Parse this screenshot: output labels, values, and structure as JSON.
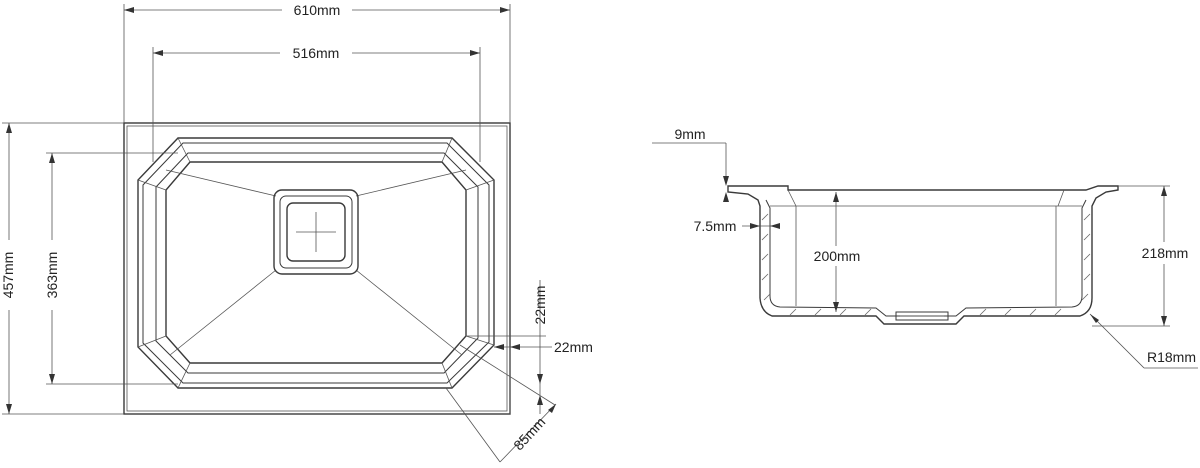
{
  "plan_view": {
    "dims": {
      "overall_width": "610mm",
      "bowl_width": "516mm",
      "overall_depth": "457mm",
      "bowl_depth": "363mm",
      "corner_vertical": "22mm",
      "corner_horizontal": "22mm",
      "diagonal": "85mm"
    }
  },
  "section_view": {
    "dims": {
      "rim_thickness": "9mm",
      "wall_thickness": "7.5mm",
      "inner_depth": "200mm",
      "overall_height": "218mm",
      "corner_radius": "R18mm"
    }
  },
  "colors": {
    "line": "#3a3a3a",
    "text": "#222222"
  }
}
